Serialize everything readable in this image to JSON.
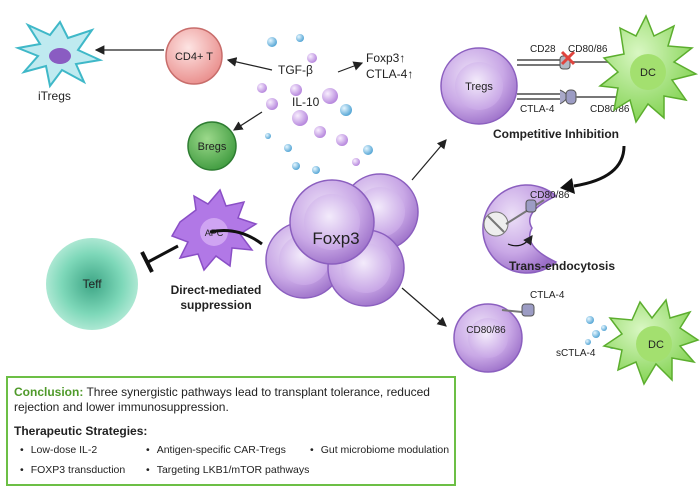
{
  "labels": {
    "itregs": "iTregs",
    "cd4t": "CD4+ T",
    "tgfb": "TGF-β",
    "il10": "IL-10",
    "foxp3_up": "Foxp3↑",
    "ctla4_up": "CTLA-4↑",
    "bregs": "Bregs",
    "tregs": "Tregs",
    "cd28": "CD28",
    "cd80_86_top": "CD80/86",
    "ctla4_mid": "CTLA-4",
    "cd80_86_mid": "CD80/86",
    "dc_top": "DC",
    "competitive": "Competitive Inhibition",
    "cd80_86_trans": "CD80/86",
    "trans_endo": "Trans-endocytosis",
    "foxp3_center": "Foxp3",
    "apc": "APC",
    "teff": "Teff",
    "direct_line1": "Direct-mediated",
    "direct_line2": "suppression",
    "ctla4_bottom": "CTLA-4",
    "cd80_86_bottom": "CD80/86",
    "sctla4": "sCTLA-4",
    "dc_bottom": "DC"
  },
  "conclusion": {
    "heading": "Conclusion:",
    "text": " Three synergistic pathways lead to transplant tolerance, reduced rejection and lower immunosuppression.",
    "strategies_title": "Therapeutic Strategies:",
    "strategies": [
      "Low-dose IL-2",
      "Antigen-specific CAR-Tregs",
      "Gut microbiome modulation",
      "FOXP3 transduction",
      "Targeting LKB1/mTOR pathways"
    ]
  }
}
